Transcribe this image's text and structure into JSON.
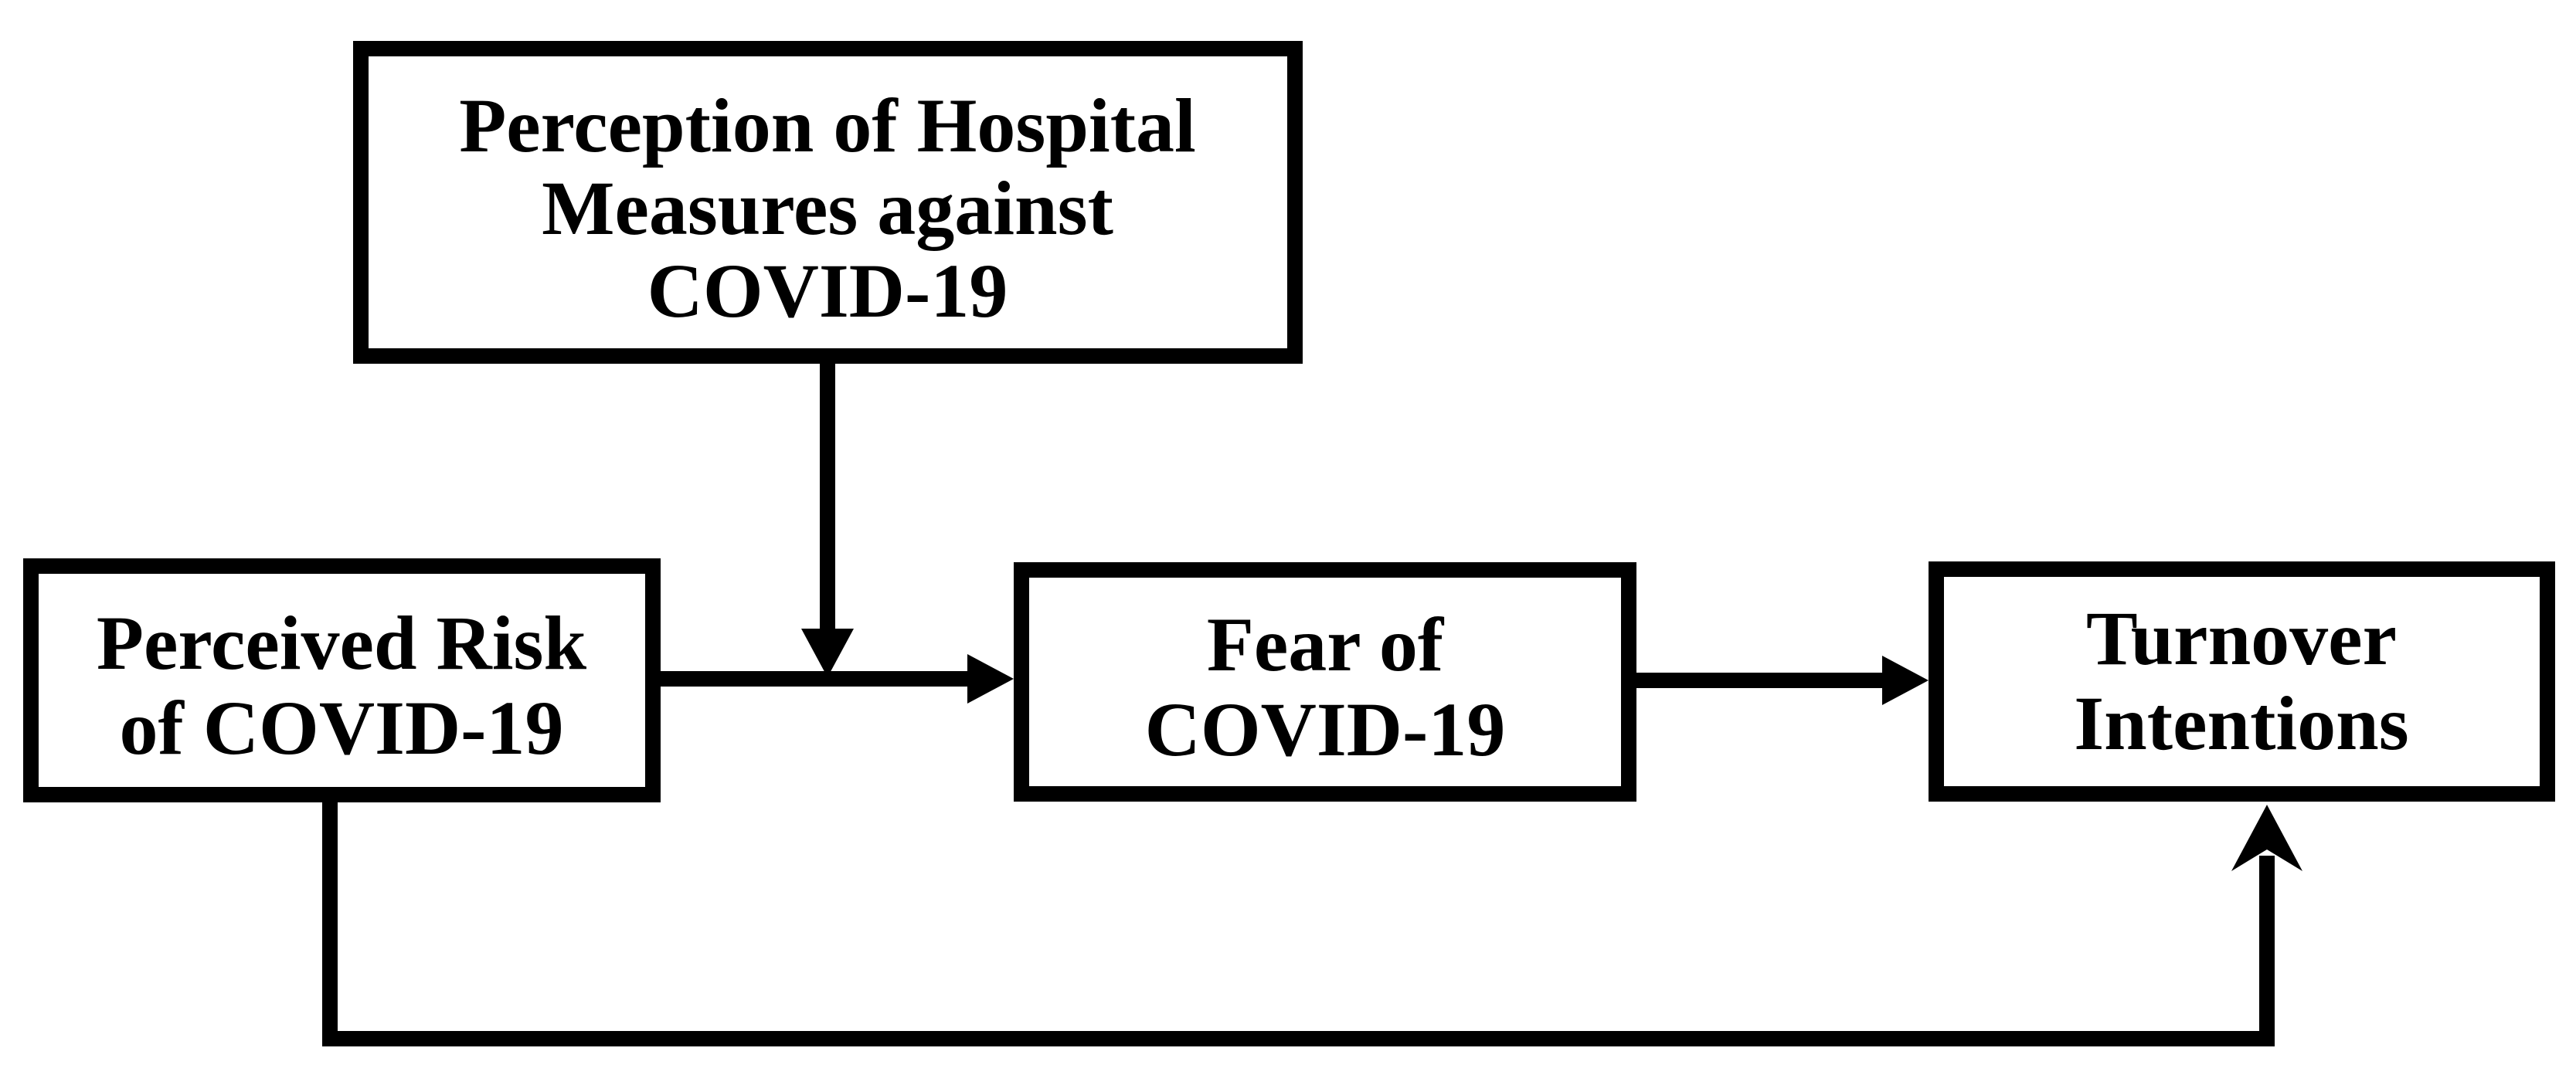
{
  "colors": {
    "ink": "#000000",
    "background": "#ffffff"
  },
  "diagram": {
    "type": "conceptual-model",
    "nodes": [
      {
        "id": "perception-of-hospital-measures",
        "lines": [
          "Perception of Hospital",
          "Measures against",
          "COVID-19"
        ]
      },
      {
        "id": "perceived-risk",
        "lines": [
          "Perceived Risk",
          "of COVID-19"
        ]
      },
      {
        "id": "fear-of-covid19",
        "lines": [
          "Fear of",
          "COVID-19"
        ]
      },
      {
        "id": "turnover-intentions",
        "lines": [
          "Turnover",
          "Intentions"
        ]
      }
    ],
    "edges": [
      {
        "id": "risk-to-fear",
        "from": "perceived-risk",
        "to": "fear-of-covid19",
        "kind": "direct"
      },
      {
        "id": "fear-to-turnover",
        "from": "fear-of-covid19",
        "to": "turnover-intentions",
        "kind": "direct"
      },
      {
        "id": "measures-moderation",
        "from": "perception-of-hospital-measures",
        "to": "risk-to-fear",
        "kind": "moderation"
      },
      {
        "id": "risk-to-turnover",
        "from": "perceived-risk",
        "to": "turnover-intentions",
        "kind": "direct"
      }
    ]
  }
}
